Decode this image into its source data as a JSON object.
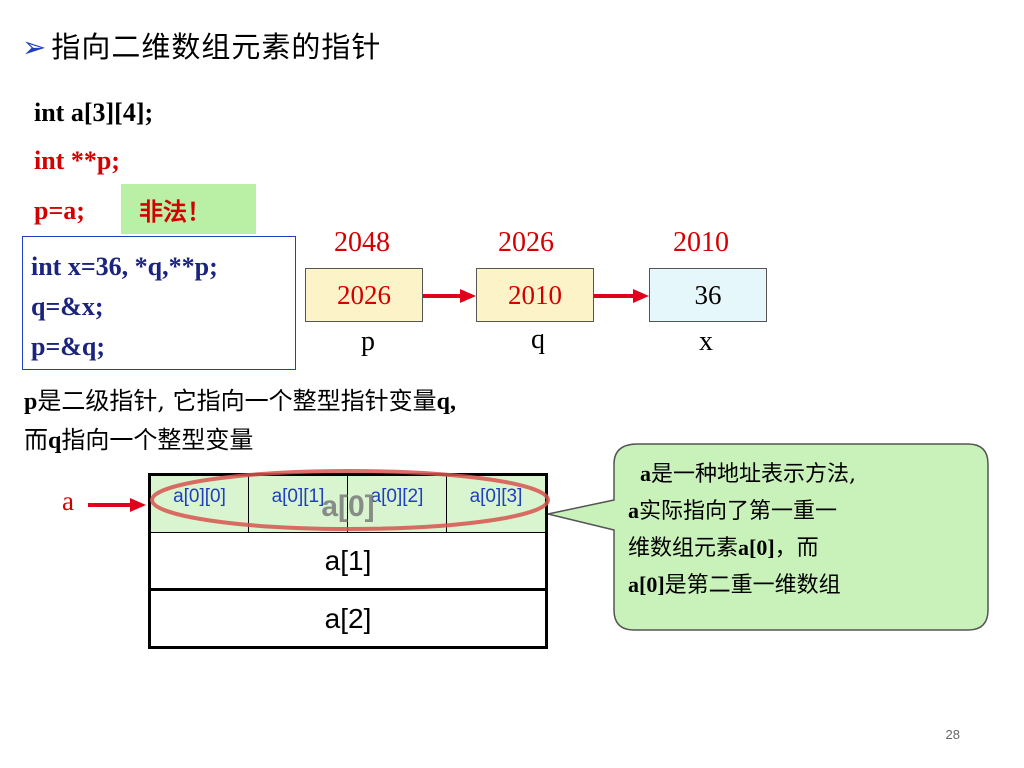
{
  "title": {
    "bullet": "➢",
    "text": "指向二维数组元素的指针"
  },
  "code_lines": {
    "line1": "int  a[3][4];",
    "line2": "int  **p;",
    "line3": "p=a;",
    "illegal_note": "非法！"
  },
  "box_code": {
    "line1": "int  x=36, *q,**p;",
    "line2": "q=&x;",
    "line3": "p=&q;"
  },
  "memory": {
    "p": {
      "address": "2048",
      "value": "2026",
      "name": "p"
    },
    "q": {
      "address": "2026",
      "value": "2010",
      "name": "q"
    },
    "x": {
      "address": "2010",
      "value": "36",
      "name": "x"
    }
  },
  "description": {
    "line1_a": "p",
    "line1_b": "是二级指针, 它指向一个整型指针变量",
    "line1_c": "q,",
    "line2_a": "而",
    "line2_b": "q",
    "line2_c": "指向一个整型变量"
  },
  "array_diagram": {
    "pointer_label": "a",
    "row0_cells": [
      "a[0][0]",
      "a[0][1]",
      "a[0][2]",
      "a[0][3]"
    ],
    "row0_label": "a[0]",
    "row1_label": "a[1]",
    "row2_label": "a[2]"
  },
  "callout": {
    "l1a": "a",
    "l1b": "是一种地址表示方法,",
    "l2a": "a",
    "l2b": "实际指向了第一重一",
    "l3a": "维数组元素",
    "l3b": "a[0]",
    "l3c": "，而",
    "l4a": "a[0]",
    "l4b": "是第二重一维数组"
  },
  "page_number": "28",
  "colors": {
    "red": "#d40000",
    "blue": "#1f3fbf",
    "green_fill": "#b9f0a6",
    "oval": "#d9534f"
  }
}
